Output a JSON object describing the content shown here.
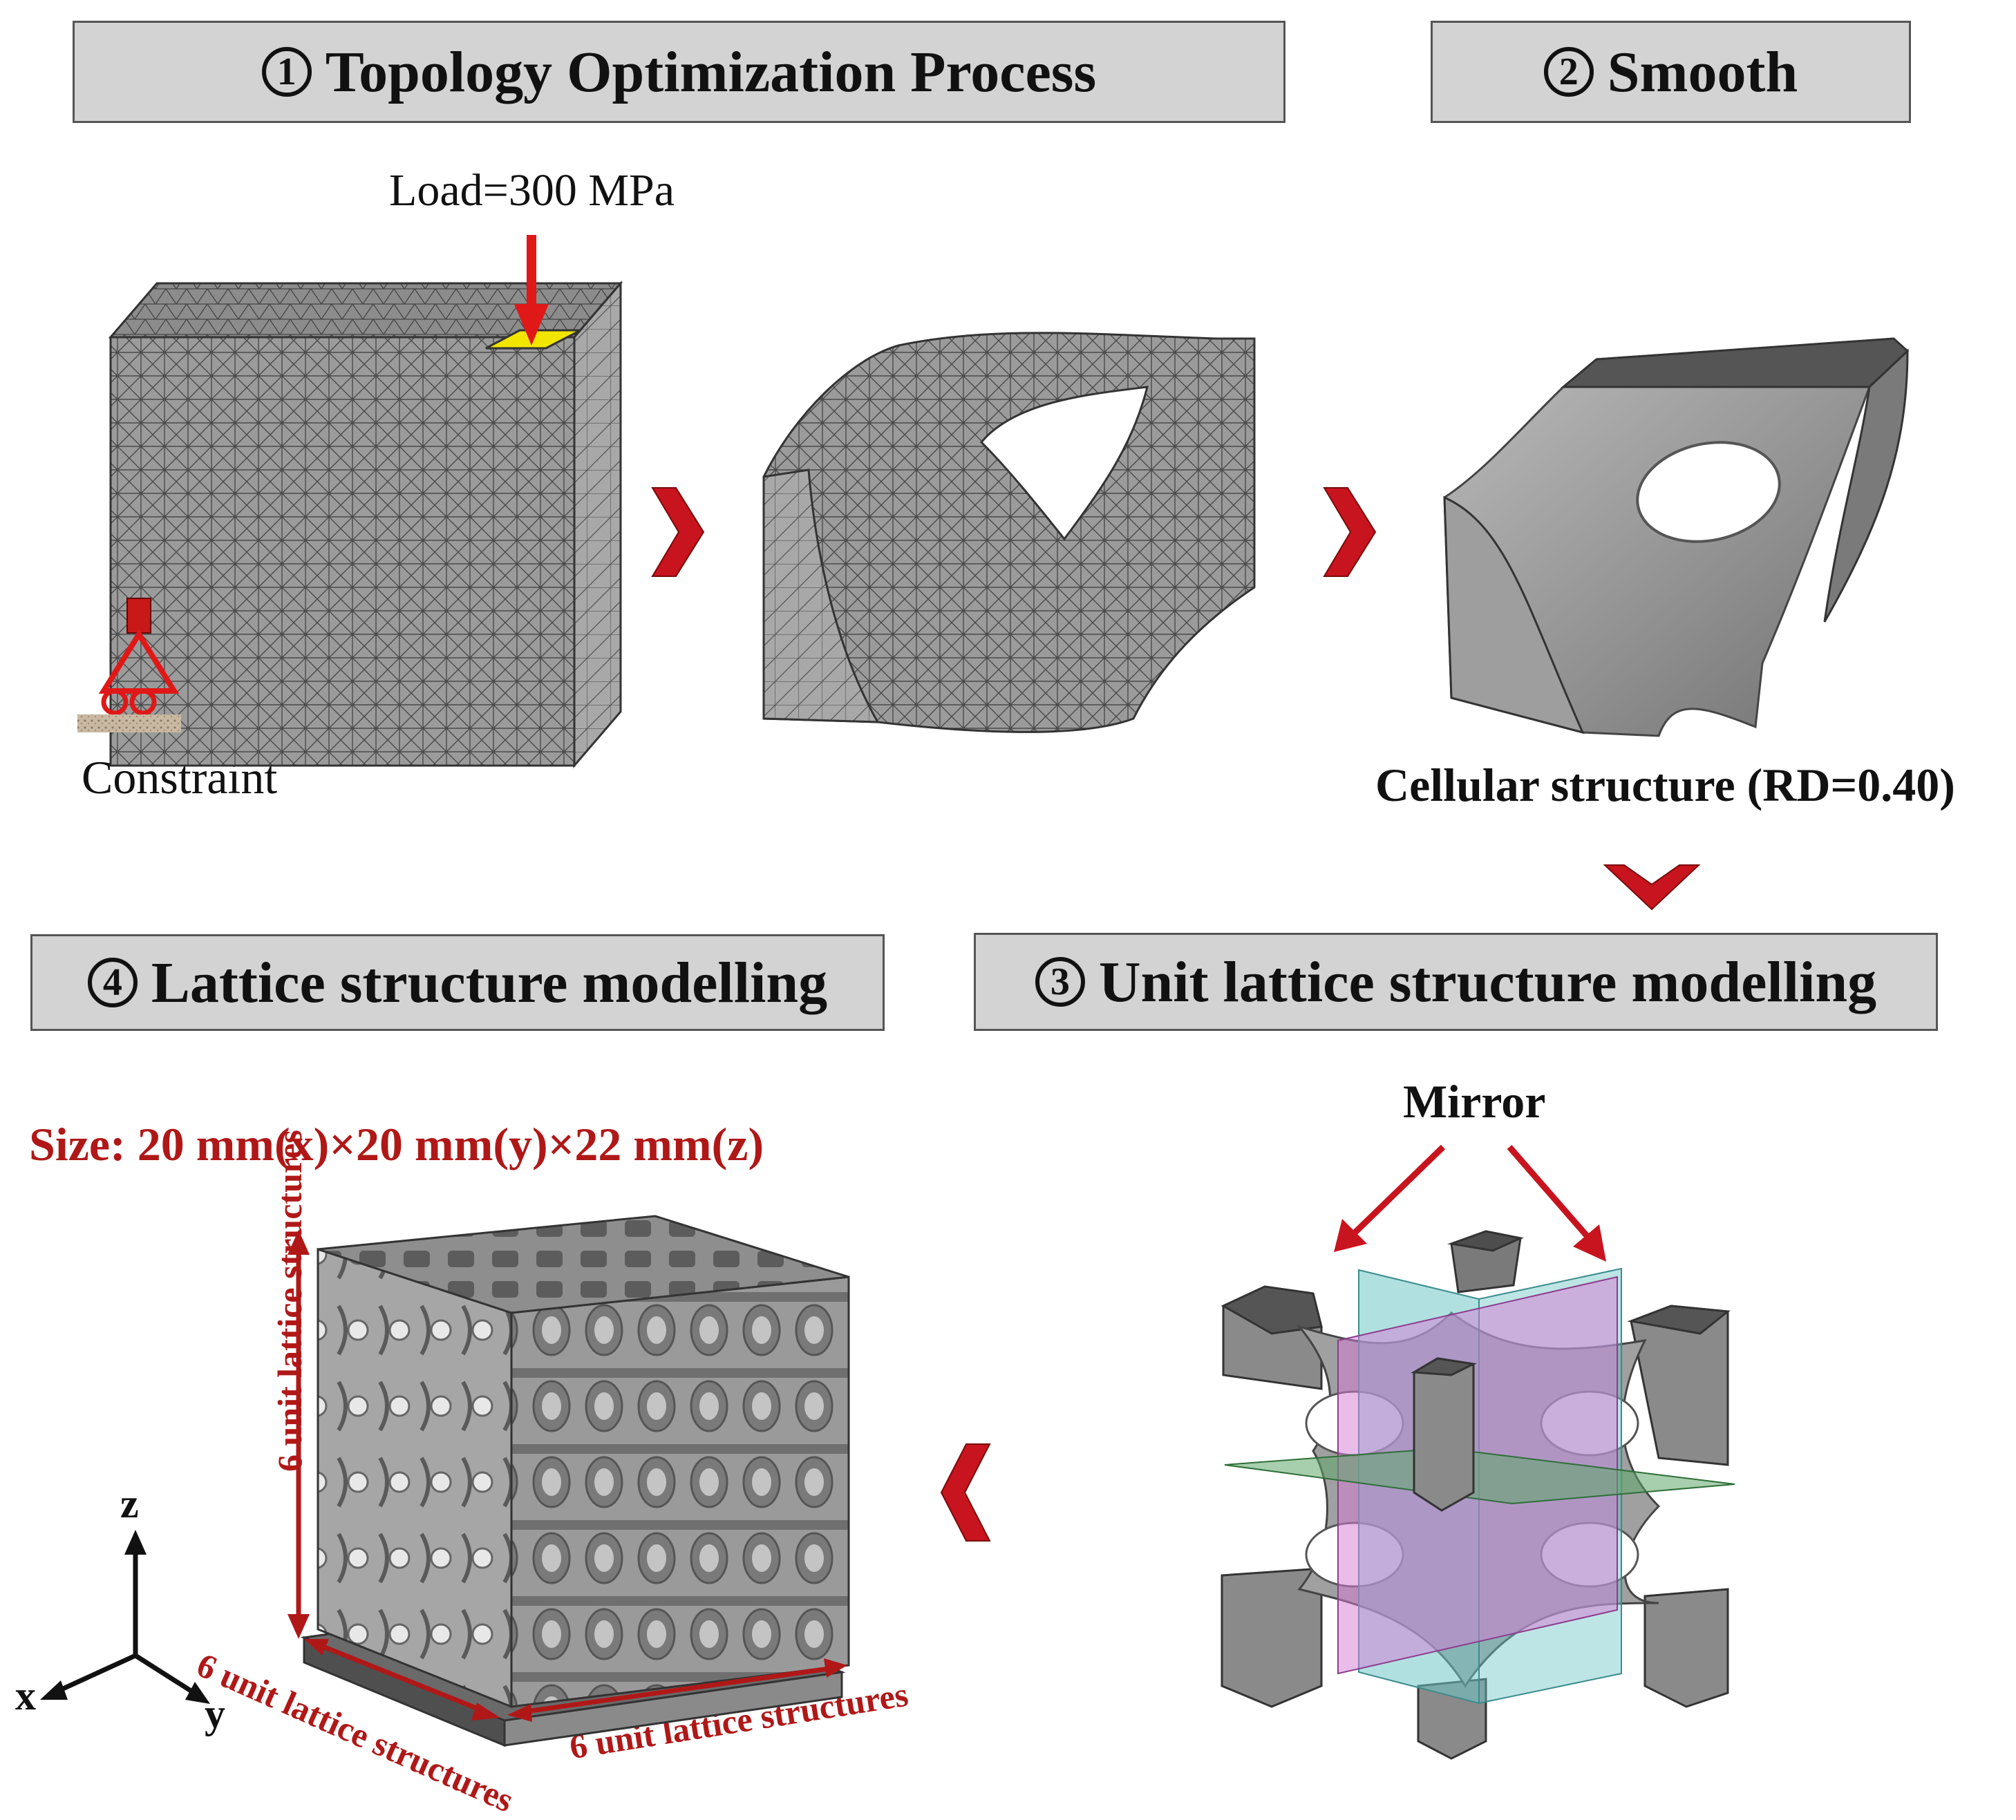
{
  "headers": [
    {
      "num": "1",
      "title": "Topology Optimization Process"
    },
    {
      "num": "2",
      "title": "Smooth"
    },
    {
      "num": "4",
      "title": "Lattice structure modelling"
    },
    {
      "num": "3",
      "title": "Unit lattice structure modelling"
    }
  ],
  "labels": {
    "load": "Load=300 MPa",
    "constraint": "Constraint",
    "cellular": "Cellular structure (RD=0.40)",
    "mirror": "Mirror",
    "size": "Size: 20 mm(x)×20 mm(y)×22 mm(z)",
    "count_z": "6 unit lattice structures",
    "count_x": "6 unit lattice structures",
    "count_y": "6 unit lattice structures"
  },
  "axes": {
    "x": "x",
    "y": "y",
    "z": "z"
  },
  "colors": {
    "header_bg": "#d3d3d3",
    "arrow_red": "#c8141e",
    "label_red": "#b01818",
    "mesh_gray": "#9a9a9a",
    "plane_magenta": "#d67ad6",
    "plane_cyan": "#6fc6c6",
    "plane_green": "#5fa86a",
    "load_patch": "#f2e600"
  },
  "icons": [
    "chevron-right-icon",
    "chevron-down-icon",
    "chevron-left-icon",
    "roller-support-icon"
  ]
}
